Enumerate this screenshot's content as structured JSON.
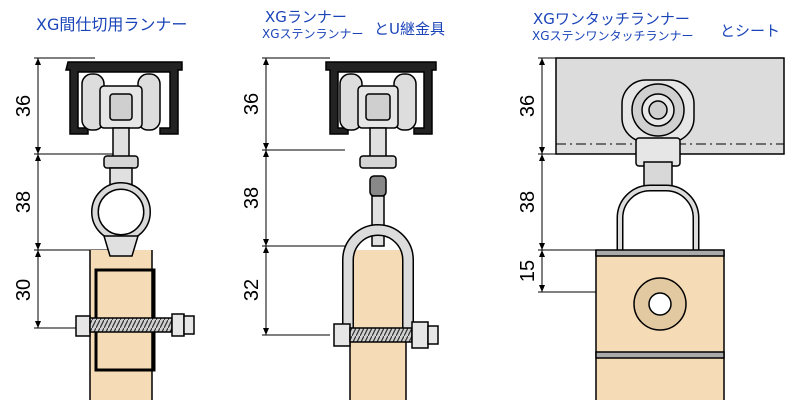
{
  "panels": [
    {
      "title_lines": [
        "XG間仕切用ランナー"
      ],
      "dimensions": [
        "36",
        "38",
        "30"
      ]
    },
    {
      "title_lines": [
        "XGランナー",
        "XGステンランナー",
        "とU継金具"
      ],
      "dimensions": [
        "36",
        "38",
        "32"
      ]
    },
    {
      "title_lines": [
        "XGワンタッチランナー",
        "XGステンワンタッチランナー",
        "とシート"
      ],
      "dimensions": [
        "36",
        "38",
        "15"
      ]
    }
  ],
  "colors": {
    "title": "#1a44b8",
    "metal": "#d9d9d9",
    "rail": "#222222",
    "wood": "#f6dcb6",
    "sheet": "#dcdcdc"
  }
}
